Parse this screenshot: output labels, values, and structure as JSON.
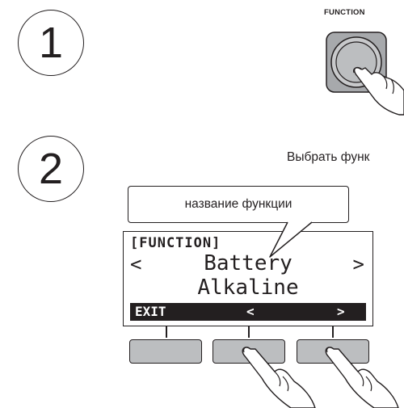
{
  "steps": [
    {
      "number": "1"
    },
    {
      "number": "2"
    }
  ],
  "function_button": {
    "label": "FUNCTION"
  },
  "instruction": "Выбрать функ",
  "callout": {
    "text": "название функции"
  },
  "lcd": {
    "header": "[FUNCTION]",
    "arrow_left": "<",
    "arrow_right": ">",
    "line1": "Battery",
    "line2": "Alkaline",
    "bar": {
      "exit": "EXIT",
      "prev": "<",
      "next": ">"
    }
  },
  "colors": {
    "ink": "#231f20",
    "button_fill": "#bcbec0",
    "function_button_fill": "#a7a9ac"
  },
  "icons": [
    "hand-pressing-icon"
  ]
}
